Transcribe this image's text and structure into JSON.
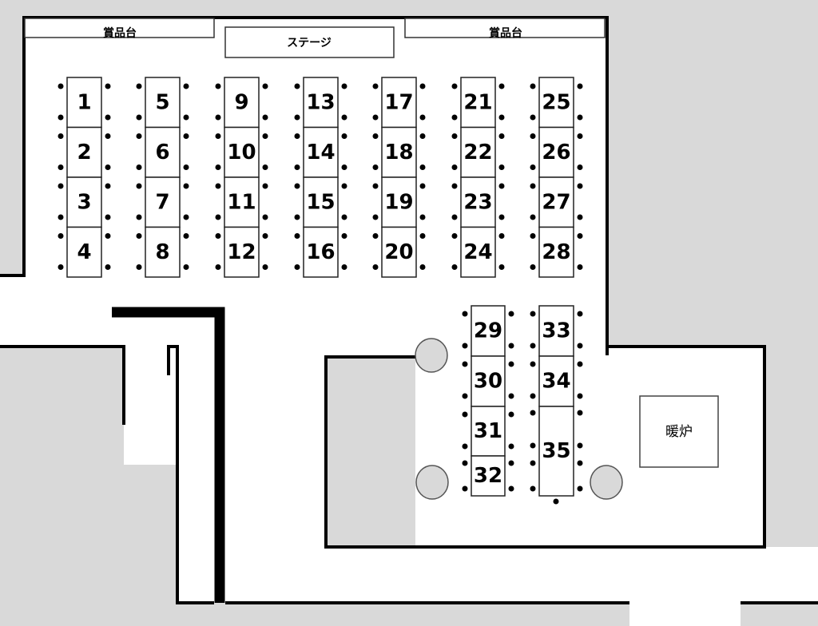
{
  "labels": {
    "prize_table_left": "賞品台",
    "prize_table_right": "賞品台",
    "stage": "ステージ",
    "fireplace": "暖炉"
  },
  "colors": {
    "floor": "#ffffff",
    "outside": "#d9d9d9",
    "wall": "#000000",
    "pillar": "#d9d9d9"
  },
  "main_hall_columns": [
    [
      "1",
      "2",
      "3",
      "4"
    ],
    [
      "5",
      "6",
      "7",
      "8"
    ],
    [
      "9",
      "10",
      "11",
      "12"
    ],
    [
      "13",
      "14",
      "15",
      "16"
    ],
    [
      "17",
      "18",
      "19",
      "20"
    ],
    [
      "21",
      "22",
      "23",
      "24"
    ],
    [
      "25",
      "26",
      "27",
      "28"
    ]
  ],
  "annex_columns": [
    [
      "29",
      "30",
      "31",
      "32"
    ],
    [
      "33",
      "34",
      "35"
    ]
  ]
}
